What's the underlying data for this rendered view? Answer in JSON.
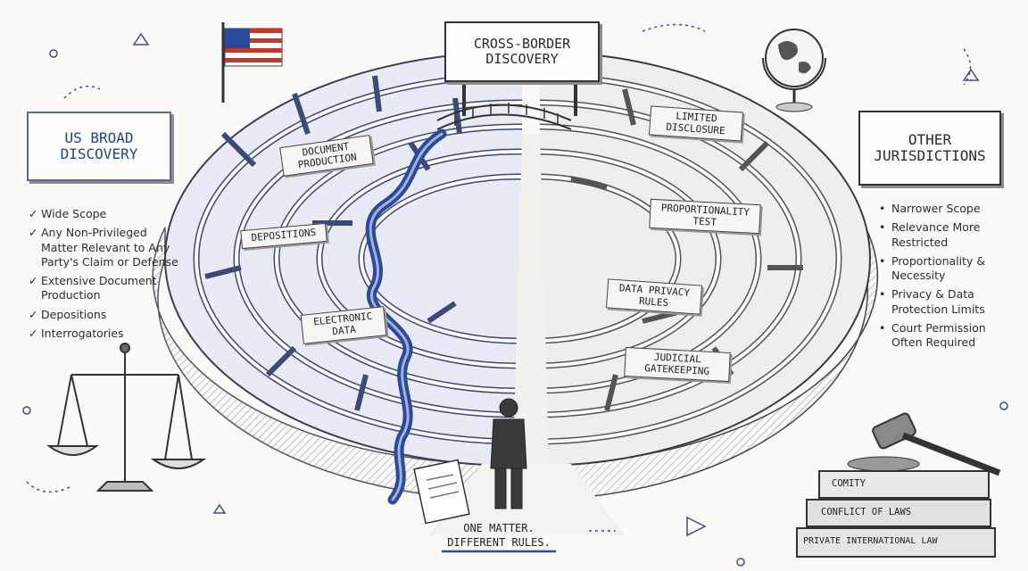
{
  "title": "CROSS-BORDER DISCOVERY",
  "left": {
    "title": "US BROAD DISCOVERY",
    "items": [
      "Wide Scope",
      "Any Non-Privileged Matter Relevant to Any Party's Claim or Defense",
      "Extensive Document Production",
      "Depositions",
      "Interrogatories"
    ]
  },
  "right": {
    "title": "OTHER JURISDICTIONS",
    "items": [
      "Narrower Scope",
      "Relevance More Restricted",
      "Proportionality & Necessity",
      "Privacy & Data Protection Limits",
      "Court Permission Often Required"
    ]
  },
  "maze_left_labels": [
    "DOCUMENT PRODUCTION",
    "DEPOSITIONS",
    "ELECTRONIC DATA"
  ],
  "maze_right_labels": [
    "LIMITED DISCLOSURE",
    "PROPORTIONALITY TEST",
    "DATA PRIVACY RULES",
    "JUDICIAL GATEKEEPING"
  ],
  "books": [
    "COMITY",
    "CONFLICT OF LAWS",
    "PRIVATE INTERNATIONAL LAW"
  ],
  "caption": {
    "line1": "ONE MATTER.",
    "line2": "DIFFERENT RULES."
  },
  "colors": {
    "accent": "#23448f",
    "ink": "#2b2b2b",
    "paper": "#fbfaf7"
  }
}
